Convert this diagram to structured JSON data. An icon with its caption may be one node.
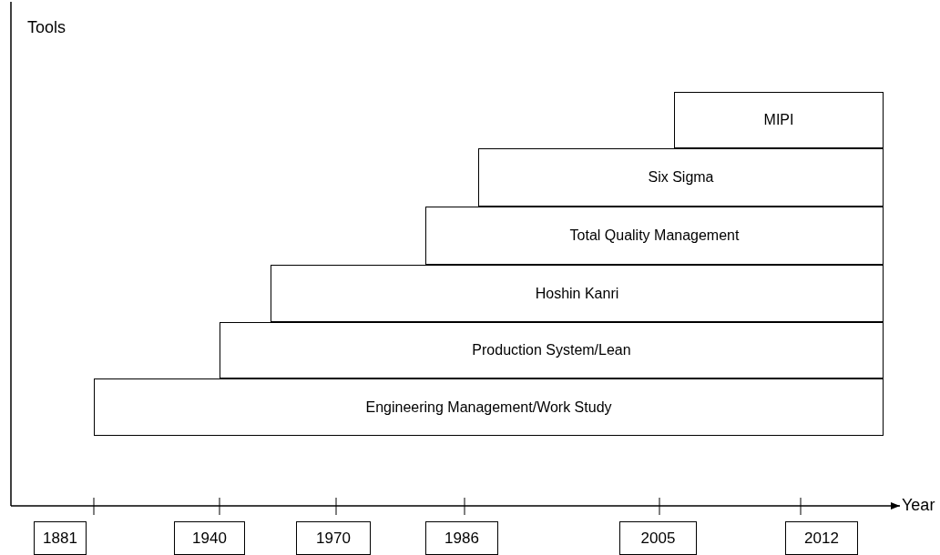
{
  "diagram": {
    "nodes": [
      {
        "text": [
          "MIPI"
        ]
      },
      {
        "text": [
          "Six Sigma"
        ]
      },
      {
        "text": [
          "Total Quality Management"
        ]
      },
      {
        "text": [
          "Hoshin Kanri"
        ]
      },
      {
        "text": [
          "Production System/Lean"
        ]
      },
      {
        "text": [
          "Engineering Management/Work Study"
        ]
      },
      {
        "text": [
          "1881"
        ]
      },
      {
        "text": [
          "1940"
        ]
      },
      {
        "text": [
          "1970"
        ]
      },
      {
        "text": [
          "1986"
        ]
      },
      {
        "text": [
          "2005"
        ]
      },
      {
        "text": [
          "2012"
        ]
      }
    ],
    "labels": [
      "Tools",
      "Year"
    ]
  }
}
